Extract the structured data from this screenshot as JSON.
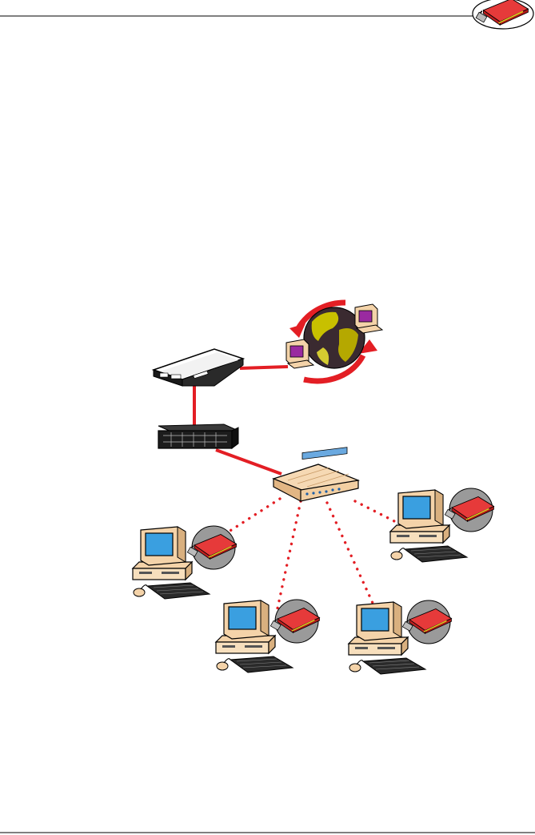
{
  "page": {
    "header_icon": "network-card-icon"
  },
  "diagram": {
    "nodes": [
      {
        "id": "internet",
        "icon": "globe-internet-icon"
      },
      {
        "id": "router",
        "icon": "router-icon"
      },
      {
        "id": "switch",
        "icon": "rack-switch-icon"
      },
      {
        "id": "hub",
        "icon": "hub-icon"
      },
      {
        "id": "pc-1",
        "icon": "desktop-pc-icon",
        "card_icon": "network-card-icon"
      },
      {
        "id": "pc-2",
        "icon": "desktop-pc-icon",
        "card_icon": "network-card-icon"
      },
      {
        "id": "pc-3",
        "icon": "desktop-pc-icon",
        "card_icon": "network-card-icon"
      },
      {
        "id": "pc-4",
        "icon": "desktop-pc-icon",
        "card_icon": "network-card-icon"
      }
    ],
    "links": [
      {
        "from": "router",
        "to": "internet",
        "style": "solid"
      },
      {
        "from": "router",
        "to": "switch",
        "style": "solid"
      },
      {
        "from": "switch",
        "to": "hub",
        "style": "solid"
      },
      {
        "from": "hub",
        "to": "pc-1",
        "style": "dotted"
      },
      {
        "from": "hub",
        "to": "pc-2",
        "style": "dotted"
      },
      {
        "from": "hub",
        "to": "pc-3",
        "style": "dotted"
      },
      {
        "from": "hub",
        "to": "pc-4",
        "style": "dotted"
      }
    ],
    "colors": {
      "link": "#e31e24",
      "card": "#e63a3a",
      "globe_land": "#c8c000",
      "globe_sea": "#3a2a30",
      "monitor_case": "#f4d3a9",
      "monitor_screen": "#3a9fe0",
      "circle_bg": "#9a9a9a"
    }
  }
}
